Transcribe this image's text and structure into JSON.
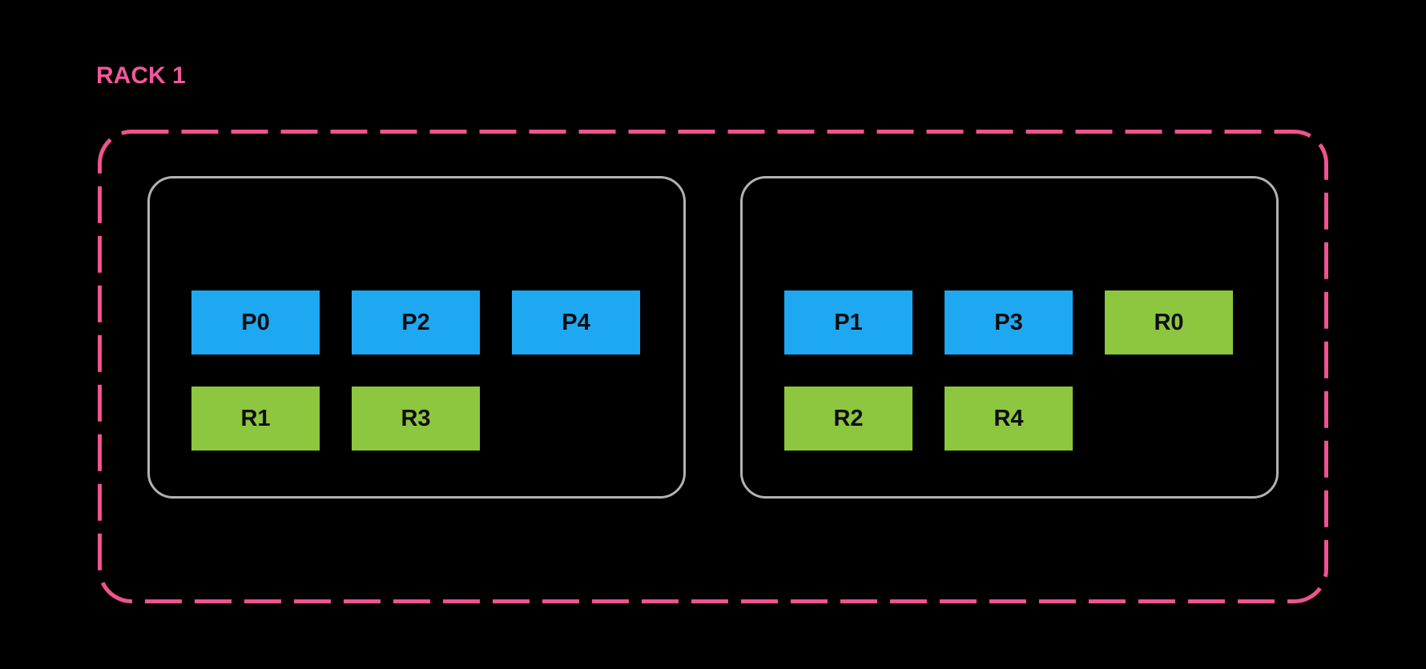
{
  "colors": {
    "canvas_bg": "#000000",
    "primary_fill": "#1FA8F2",
    "replica_fill": "#8DC63F",
    "rack_border": "#F0538F",
    "rack_label": "#F2579B",
    "host_border": "#B2B2B2",
    "block_text": "#0D0D0D"
  },
  "rack": {
    "title": "RACK 1",
    "hosts": [
      {
        "blocks": [
          {
            "label": "P0",
            "type": "primary"
          },
          {
            "label": "P2",
            "type": "primary"
          },
          {
            "label": "P4",
            "type": "primary"
          },
          {
            "label": "R1",
            "type": "replica"
          },
          {
            "label": "R3",
            "type": "replica"
          }
        ]
      },
      {
        "blocks": [
          {
            "label": "P1",
            "type": "primary"
          },
          {
            "label": "P3",
            "type": "primary"
          },
          {
            "label": "R0",
            "type": "replica"
          },
          {
            "label": "R2",
            "type": "replica"
          },
          {
            "label": "R4",
            "type": "replica"
          }
        ]
      }
    ]
  }
}
